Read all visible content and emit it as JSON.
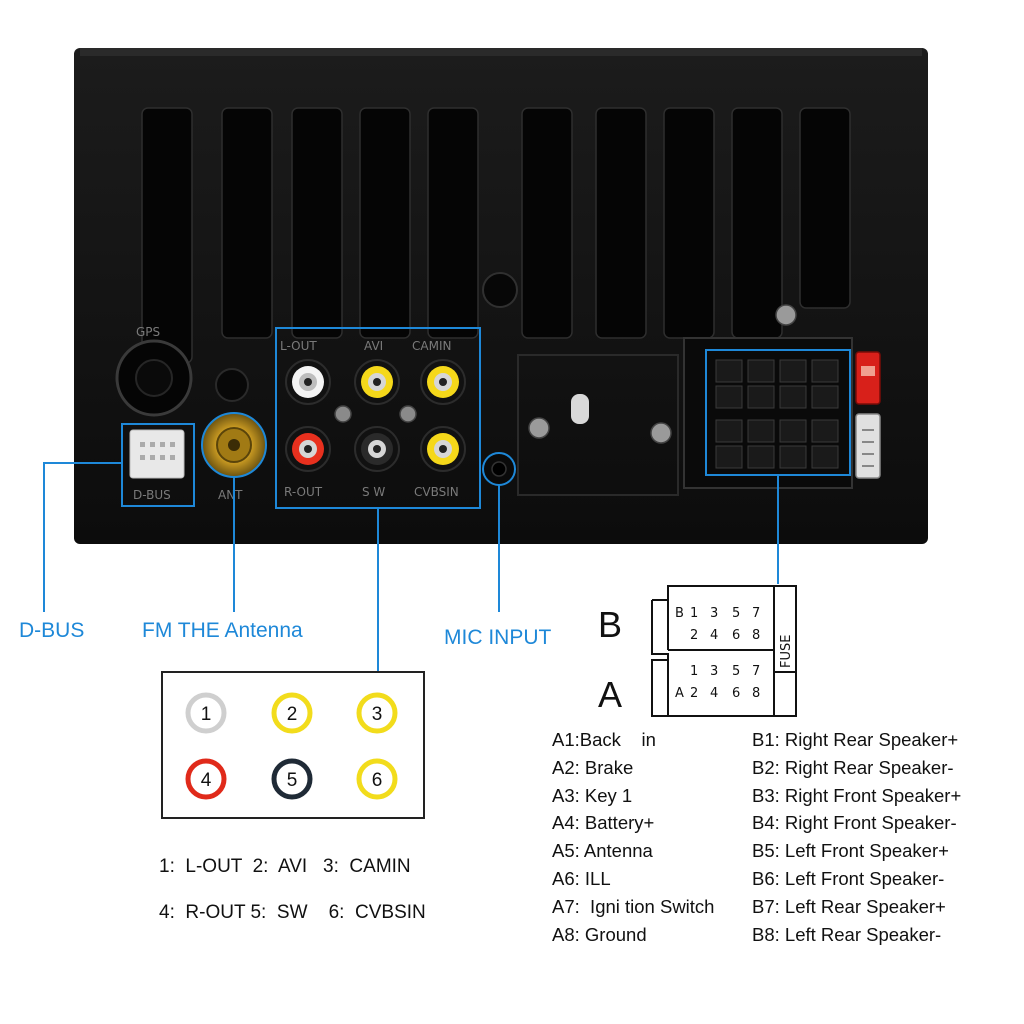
{
  "device": {
    "port_labels": {
      "gps": "GPS",
      "dbus": "D-BUS",
      "ant": "ANT",
      "lout": "L-OUT",
      "avi": "AVI",
      "camin": "CAMIN",
      "rout": "R-OUT",
      "sw": "S W",
      "cvbsin": "CVBSIN"
    }
  },
  "callouts": {
    "dbus": "D-BUS",
    "fm_antenna": "FM THE Antenna",
    "mic_input": "MIC INPUT"
  },
  "rca_panel": {
    "jacks": [
      {
        "num": "1",
        "ring_color": "#cfcfcf"
      },
      {
        "num": "2",
        "ring_color": "#f2dc1c"
      },
      {
        "num": "3",
        "ring_color": "#f2dc1c"
      },
      {
        "num": "4",
        "ring_color": "#e02a1a"
      },
      {
        "num": "5",
        "ring_color": "#1f2a36"
      },
      {
        "num": "6",
        "ring_color": "#f2dc1c"
      }
    ],
    "legend_row1": "1:  L-OUT  2:  AVI   3:  CAMIN",
    "legend_row2": "4:  R-OUT 5:  SW    6:  CVBSIN"
  },
  "connector": {
    "label_b": "B",
    "label_a": "A",
    "fuse": "FUSE",
    "row_b_top": [
      "B",
      "1",
      "3",
      "5",
      "7"
    ],
    "row_b_bottom": [
      "2",
      "4",
      "6",
      "8"
    ],
    "row_a_top": [
      "1",
      "3",
      "5",
      "7"
    ],
    "row_a_bottom": [
      "A",
      "2",
      "4",
      "6",
      "8"
    ]
  },
  "pinout_a": [
    "A1:Back    in",
    "A2: Brake",
    "A3: Key 1",
    "A4: Battery+",
    "A5: Antenna",
    "A6: ILL",
    "A7:  Igni tion Switch",
    "A8: Ground"
  ],
  "pinout_b": [
    "B1: Right Rear Speaker+",
    "B2: Right Rear Speaker-",
    "B3: Right Front Speaker+",
    "B4: Right Front Speaker-",
    "B5: Left Front Speaker+",
    "B6: Left Front Speaker-",
    "B7: Left Rear Speaker+",
    "B8: Left Rear Speaker-"
  ],
  "colors": {
    "callout": "#1e88d8",
    "unit_body": "#111111"
  }
}
